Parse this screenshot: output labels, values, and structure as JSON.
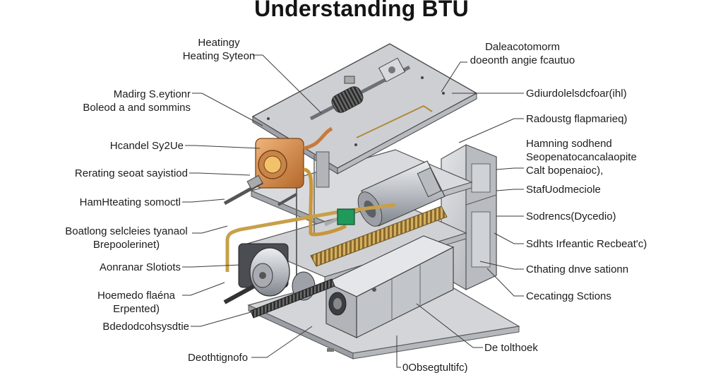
{
  "title": "Understanding BTU",
  "labels_left": [
    {
      "id": "l1",
      "lines": [
        "Heatingy",
        "Heating Syteon"
      ]
    },
    {
      "id": "l2",
      "lines": [
        "Madirg S.eytionr",
        "Boleod a and sommins"
      ]
    },
    {
      "id": "l3",
      "lines": [
        "Hcandel Sy2Ue"
      ]
    },
    {
      "id": "l4",
      "lines": [
        "Rerating seoat sayistiod"
      ]
    },
    {
      "id": "l5",
      "lines": [
        "HamHteating somoctl"
      ]
    },
    {
      "id": "l6",
      "lines": [
        "Boatlong selcleies tyanaol",
        "Brepoolerinet)"
      ]
    },
    {
      "id": "l7",
      "lines": [
        "Aonranar Slotiots"
      ]
    },
    {
      "id": "l8",
      "lines": [
        "Hoemedo flaéna",
        "Erpented)"
      ]
    },
    {
      "id": "l9",
      "lines": [
        "Bdedodcohsysdtie"
      ]
    },
    {
      "id": "l10",
      "lines": [
        "Deothtignofo"
      ]
    }
  ],
  "labels_right": [
    {
      "id": "r1",
      "lines": [
        "Daleacotomorm",
        "doeonth angie fcautuo"
      ]
    },
    {
      "id": "r2",
      "lines": [
        "Gdiurdolelsdcfoar(ihl)"
      ]
    },
    {
      "id": "r3",
      "lines": [
        "Radoustg flapmarieq)"
      ]
    },
    {
      "id": "r4",
      "lines": [
        "Hamning sodhend",
        "Seopenatocancalaopite",
        "Calt bopenaioc),"
      ]
    },
    {
      "id": "r5",
      "lines": [
        "StafUodmeciole"
      ]
    },
    {
      "id": "r6",
      "lines": [
        "Sodrencs(Dycedio)"
      ]
    },
    {
      "id": "r7",
      "lines": [
        "Sdhts Irfeantic Recbeat'c)"
      ]
    },
    {
      "id": "r8",
      "lines": [
        "Cthating dnve sationn"
      ]
    },
    {
      "id": "r9",
      "lines": [
        "Cecatingg Sctions"
      ]
    },
    {
      "id": "r10",
      "lines": [
        "De tolthoek"
      ]
    },
    {
      "id": "r11",
      "lines": [
        "0Obsegtultifc)"
      ]
    }
  ],
  "colors": {
    "panel": "#c9cbcf",
    "panel_dark": "#9da1a7",
    "copper": "#d08a45",
    "brass": "#c8a04a",
    "metal": "#a9adb3",
    "green": "#1f9a5a"
  }
}
